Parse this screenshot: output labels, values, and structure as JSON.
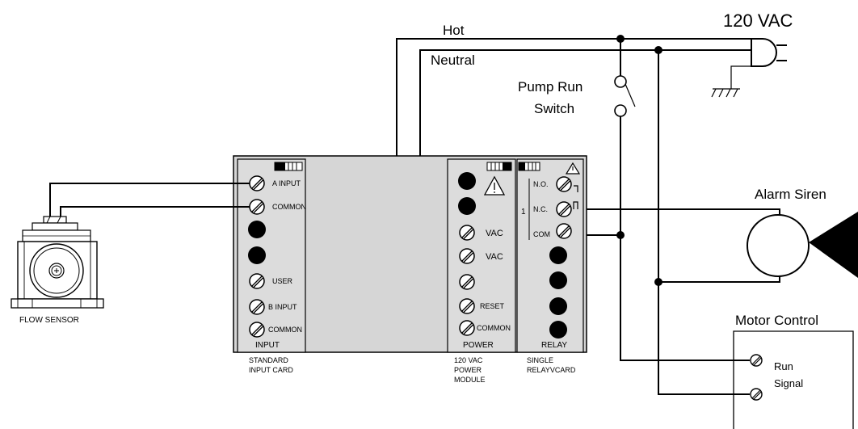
{
  "labels": {
    "hot": "Hot",
    "neutral": "Neutral",
    "vac120": "120 VAC",
    "pump_run_line1": "Pump Run",
    "pump_run_line2": "Switch",
    "alarm_siren": "Alarm Siren",
    "motor_control": "Motor Control",
    "run": "Run",
    "signal": "Signal",
    "flow_sensor": "FLOW SENSOR"
  },
  "input_card": {
    "terminals": [
      "A  INPUT",
      "COMMON",
      "USER",
      "B INPUT",
      "COMMON"
    ],
    "title": "INPUT",
    "caption_line1": "STANDARD",
    "caption_line2": "INPUT CARD"
  },
  "power_module": {
    "terminals": [
      "VAC",
      "VAC",
      "RESET",
      "COMMON"
    ],
    "title": "POWER",
    "caption_line1": "120 VAC",
    "caption_line2": "POWER",
    "caption_line3": "MODULE"
  },
  "relay_card": {
    "terminals": [
      "N.O.",
      "N.C.",
      "COM"
    ],
    "relay_number": "1",
    "title": "RELAY",
    "caption_line1": "SINGLE",
    "caption_line2": "RELAYVCARD"
  },
  "colors": {
    "ink": "#000000",
    "panel": "#d6d6d6",
    "background": "#ffffff"
  }
}
